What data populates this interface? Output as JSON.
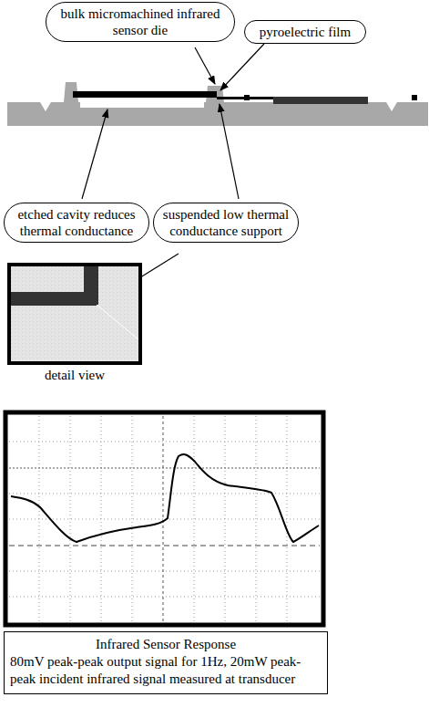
{
  "diagram": {
    "nodes": [
      {
        "text": [
          "bulk micromachined infrared sensor die"
        ]
      },
      {
        "text": [
          "pyroelectric film"
        ]
      },
      {
        "text": [
          "etched cavity reduces thermal conductance"
        ]
      },
      {
        "text": [
          "suspended low thermal conductance support"
        ]
      },
      {
        "text": [
          "Infrared Sensor Response",
          "80mV peak-peak output signal for 1Hz, 20mW peak-peak incident infrared signal measured at transducer"
        ]
      }
    ],
    "labels": [
      "detail view"
    ]
  }
}
